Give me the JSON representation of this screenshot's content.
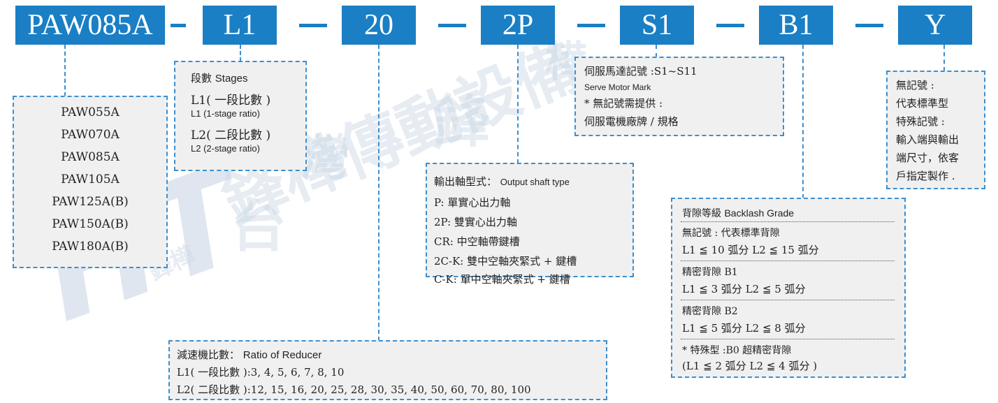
{
  "codes": [
    "PAW085A",
    "L1",
    "20",
    "2P",
    "S1",
    "B1",
    "Y"
  ],
  "watermark": {
    "logo": "HT",
    "text1": "鋒樺傳動設備",
    "text2": "台",
    "text3": "灣",
    "text4": "鋒",
    "text5": "鋒樺",
    "text6": "樺"
  },
  "models": [
    "PAW055A",
    "PAW070A",
    "PAW085A",
    "PAW105A",
    "PAW125A(B)",
    "PAW150A(B)",
    "PAW180A(B)"
  ],
  "stages": {
    "title_zh": "段數",
    "title_en": "Stages",
    "l1_zh": "L1( 一段比數 )",
    "l1_en": "L1 (1-stage ratio)",
    "l2_zh": "L2( 二段比數 )",
    "l2_en": "L2 (2-stage ratio)"
  },
  "ratio": {
    "title_zh": "減速機比數：",
    "title_en": "Ratio of Reducer",
    "l1": "L1( 一段比數 ):3, 4, 5, 6, 7, 8, 10",
    "l2": "L2( 二段比數 ):12, 15, 16, 20, 25, 28, 30, 35, 40, 50, 60, 70, 80, 100"
  },
  "shaft": {
    "title_zh": "輸出軸型式：",
    "title_en": "Output shaft type",
    "items": [
      "P: 單實心出力軸",
      "2P: 雙實心出力軸",
      "CR: 中空軸帶鍵槽",
      "2C-K: 雙中空軸夾緊式 + 鍵槽",
      "C-K: 單中空軸夾緊式 + 鍵槽"
    ]
  },
  "motor": {
    "title_zh": "伺服馬達記號 :S1~S11",
    "title_en": "Serve Motor Mark",
    "line1": "* 無記號需提供 :",
    "line2": "伺服電機廠牌 / 規格"
  },
  "backlash": {
    "title_zh": "背隙等級",
    "title_en": "Backlash Grade",
    "rows": [
      {
        "a": "無記號 : 代表標準背隙",
        "b": "L1 ≦ 10 弧分 L2 ≦ 15 弧分"
      },
      {
        "a": "精密背隙 B1",
        "b": "L1 ≦ 3 弧分 L2 ≦ 5 弧分"
      },
      {
        "a": "精密背隙 B2",
        "b": "L1 ≦ 5 弧分 L2 ≦ 8 弧分"
      },
      {
        "a": "* 特殊型 :B0 超精密背隙",
        "b": "(L1 ≦ 2 弧分 L2 ≦ 4 弧分 )"
      }
    ]
  },
  "special": [
    "無記號 :",
    "代表標準型",
    "特殊記號 :",
    "輸入端與輸出",
    "端尺寸，依客",
    "戶指定製作 ."
  ]
}
